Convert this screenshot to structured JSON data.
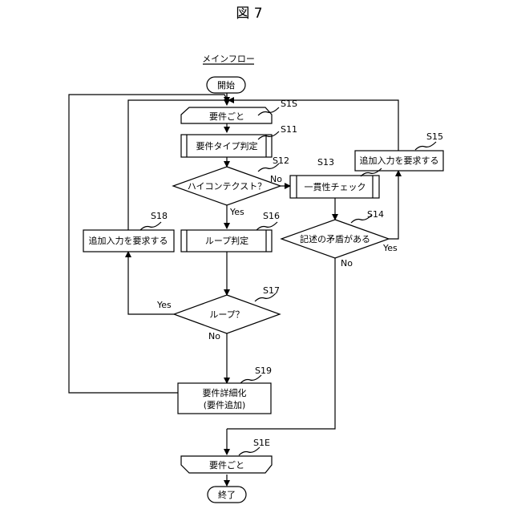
{
  "figure_title": "図 7",
  "flow_title": "メインフロー",
  "nodes": {
    "start": "開始",
    "s1s": "要件ごと",
    "s11": "要件タイプ判定",
    "s12": "ハイコンテクスト？",
    "s13": "一貫性チェック",
    "s14": "記述の矛盾がある",
    "s15": "追加入力を要求する",
    "s16": "ループ判定",
    "s17": "ループ？",
    "s18": "追加入力を要求する",
    "s19_line1": "要件詳細化",
    "s19_line2": "(要件追加)",
    "s1e": "要件ごと",
    "end": "終了"
  },
  "step_labels": {
    "s1s": "S1S",
    "s11": "S11",
    "s12": "S12",
    "s13": "S13",
    "s14": "S14",
    "s15": "S15",
    "s16": "S16",
    "s17": "S17",
    "s18": "S18",
    "s19": "S19",
    "s1e": "S1E"
  },
  "branch_labels": {
    "s12_no": "No",
    "s12_yes": "Yes",
    "s14_yes": "Yes",
    "s14_no": "No",
    "s17_yes": "Yes",
    "s17_no": "No"
  }
}
